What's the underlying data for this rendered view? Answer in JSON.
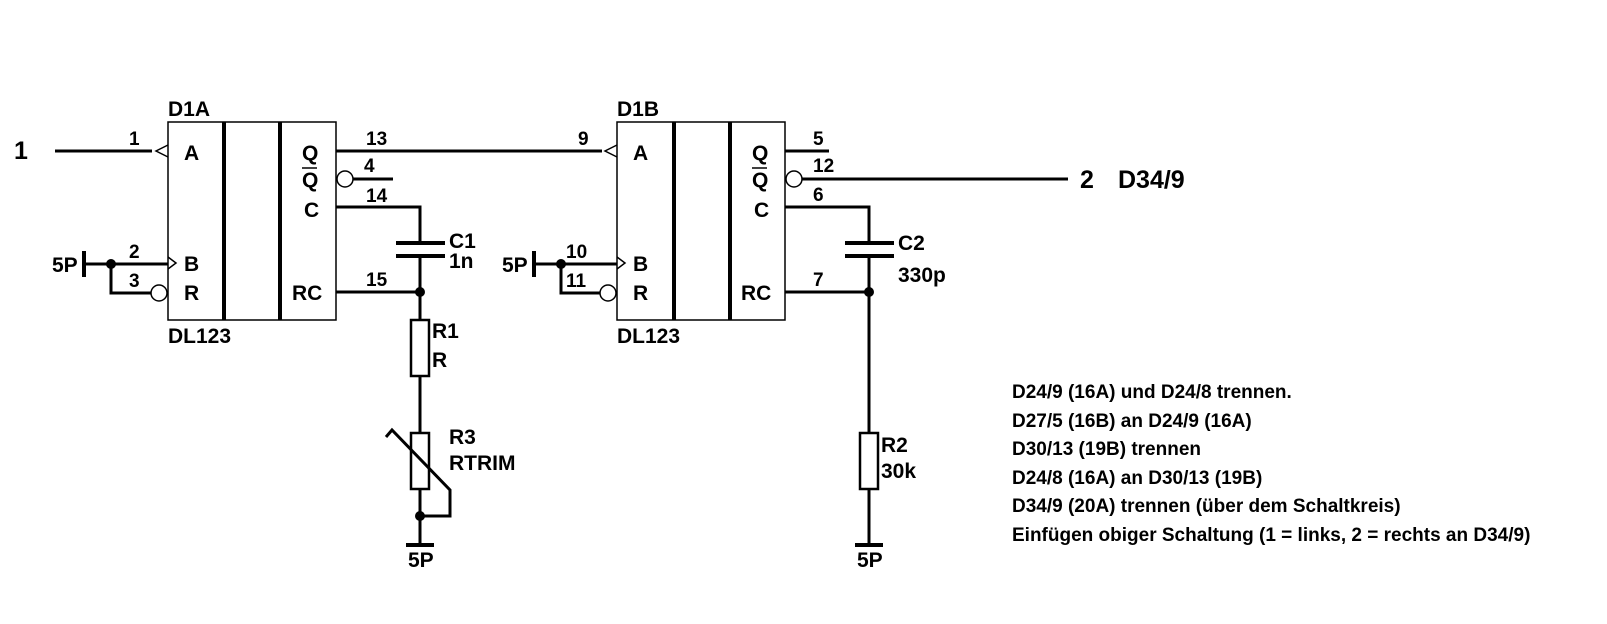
{
  "terminals": {
    "in": "1",
    "out": "2",
    "out_label": "D34/9"
  },
  "power": {
    "label": "5P"
  },
  "chips": [
    {
      "ref": "D1A",
      "type": "DL123",
      "in_a": "A",
      "in_b": "B",
      "in_r": "R",
      "out_q": "Q",
      "out_qn": "Q",
      "out_c": "C",
      "out_rc": "RC",
      "pins": {
        "a": "1",
        "b": "2",
        "r": "3",
        "q": "13",
        "qn": "4",
        "c": "14",
        "rc": "15"
      }
    },
    {
      "ref": "D1B",
      "type": "DL123",
      "in_a": "A",
      "in_b": "B",
      "in_r": "R",
      "out_q": "Q",
      "out_qn": "Q",
      "out_c": "C",
      "out_rc": "RC",
      "pins": {
        "a": "9",
        "b": "10",
        "r": "11",
        "q": "5",
        "qn": "12",
        "c": "6",
        "rc": "7"
      }
    }
  ],
  "components": {
    "c1": {
      "ref": "C1",
      "value": "1n"
    },
    "c2": {
      "ref": "C2",
      "value": "330p"
    },
    "r1": {
      "ref": "R1",
      "value": "R"
    },
    "r2": {
      "ref": "R2",
      "value": "30k"
    },
    "r3": {
      "ref": "R3",
      "value": "RTRIM"
    }
  },
  "notes": [
    "D24/9 (16A) und D24/8 trennen.",
    "D27/5 (16B) an D24/9 (16A)",
    "D30/13 (19B) trennen",
    "D24/8 (16A) an D30/13 (19B)",
    "D34/9 (20A) trennen (über dem Schaltkreis)",
    "Einfügen obiger Schaltung (1 = links, 2 = rechts an D34/9)"
  ]
}
